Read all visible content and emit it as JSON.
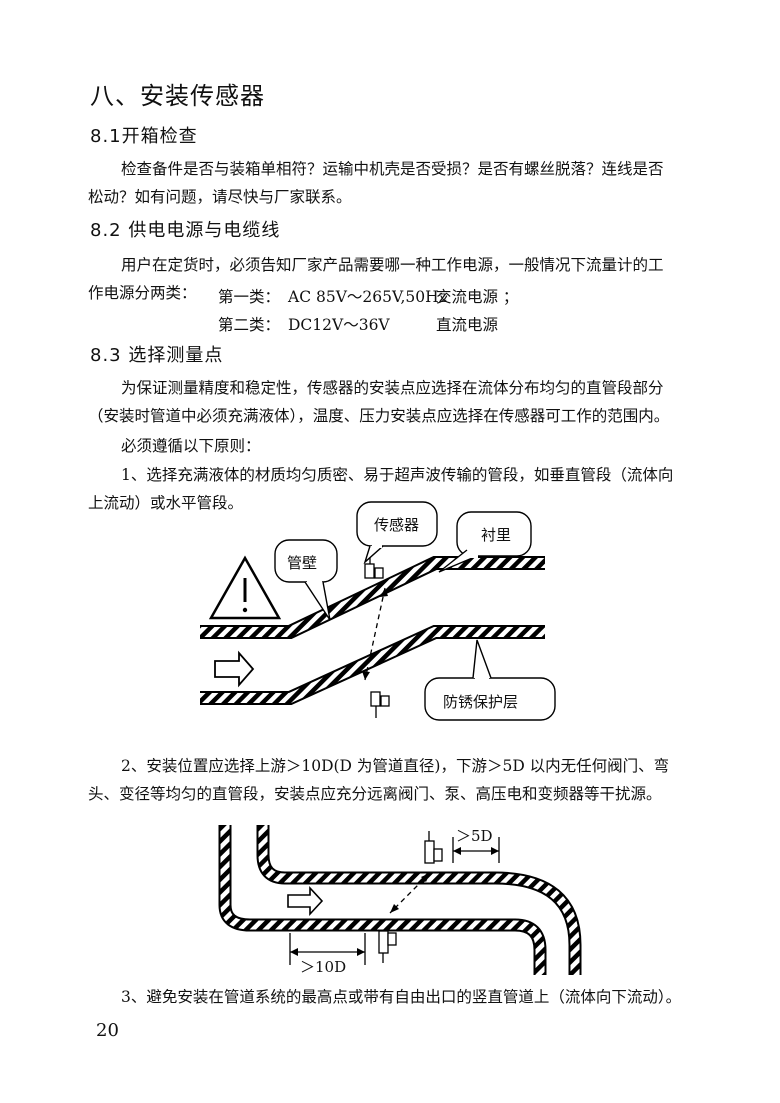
{
  "heading": "八、安装传感器",
  "s81": {
    "title": "8.1开箱检查",
    "body": "检查备件是否与装箱单相符？运输中机壳是否受损？是否有螺丝脱落？连线是否松动？如有问题，请尽快与厂家联系。"
  },
  "s82": {
    "title": "8.2  供电电源与电缆线",
    "body": "用户在定货时，必须告知厂家产品需要哪一种工作电源，一般情况下流量计的工作电源分两类：",
    "type1_label": "第一类：",
    "type1_spec": "AC 85V～265V,50Hz",
    "type1_kind": "交流电源 ；",
    "type2_label": "第二类：",
    "type2_spec": "DC12V～36V",
    "type2_kind": "直流电源"
  },
  "s83": {
    "title": "8.3 选择测量点",
    "p1": "为保证测量精度和稳定性，传感器的安装点应选择在流体分布均匀的直管段部分（安装时管道中必须充满液体），温度、压力安装点应选择在传感器可工作的范围内。",
    "p2": "必须遵循以下原则：",
    "p3": "1、选择充满液体的材质均匀质密、易于超声波传输的管段，如垂直管段（流体向上流动）或水平管段。",
    "fig1": {
      "label_wall": "管壁",
      "label_sensor": "传感器",
      "label_lining": "衬里",
      "label_coating": "防锈保护层"
    },
    "p4": "2、安装位置应选择上游＞10D(D 为管道直径)，下游＞5D 以内无任何阀门、弯头、变径等均匀的直管段，安装点应充分远离阀门、泵、高压电和变频器等干扰源。",
    "fig2": {
      "label_down": "＞5D",
      "label_up": "＞10D"
    },
    "p5": "3、避免安装在管道系统的最高点或带有自由出口的竖直管道上（流体向下流动）。"
  },
  "page_number": "20"
}
